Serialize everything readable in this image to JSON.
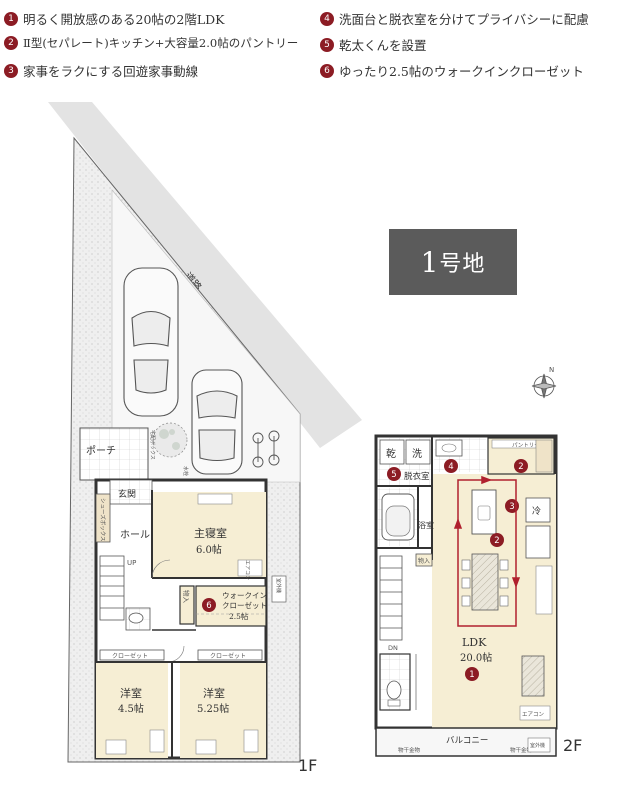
{
  "features": [
    {
      "n": "1",
      "text": "明るく開放感のある20帖の2階LDK"
    },
    {
      "n": "2",
      "text": "Ⅱ型(セパレート)キッチン+大容量2.0帖のパントリー"
    },
    {
      "n": "3",
      "text": "家事をラクにする回遊家事動線"
    },
    {
      "n": "4",
      "text": "洗面台と脱衣室を分けてプライバシーに配慮"
    },
    {
      "n": "5",
      "text": "乾太くんを設置"
    },
    {
      "n": "6",
      "text": "ゆったり2.5帖のウォークインクローゼット"
    }
  ],
  "lot": {
    "main": "1",
    "suffix": "号地"
  },
  "road_label": "道路",
  "compass_label": "N",
  "floor1": {
    "floor_label": "1F",
    "porch": "ポーチ",
    "entrance": "玄関",
    "shoe_box": "シューズボックス",
    "hall": "ホール",
    "up": "UP",
    "master_name": "主寝室",
    "master_size": "6.0帖",
    "aircon": "エアコン",
    "outdoor_unit": "室外機",
    "storage": "物入",
    "wic_line1": "ウォークイン",
    "wic_line2": "クローゼット",
    "wic_size": "2.5帖",
    "closet": "クローゼット",
    "room_a_name": "洋室",
    "room_a_size": "4.5帖",
    "room_b_name": "洋室",
    "room_b_size": "5.25帖",
    "delivery_box": "宅配ボックス",
    "water": "水栓"
  },
  "floor2": {
    "floor_label": "2F",
    "dry": "乾",
    "wash": "洗",
    "dressing": "脱衣室",
    "bath": "浴室",
    "pantry": "パントリー",
    "fridge": "冷",
    "storage": "物入",
    "ldk_name": "LDK",
    "ldk_size": "20.0帖",
    "dn": "DN",
    "aircon": "エアコン",
    "balcony": "バルコニー",
    "laundry1": "物干金物",
    "laundry2": "物干金物",
    "outdoor_unit": "室外機"
  },
  "colors": {
    "accent": "#8c1c24",
    "badge": "#5b5b5b",
    "wood": "#f6eed4",
    "road": "#e3e3e3",
    "gravel": "#ececec"
  }
}
